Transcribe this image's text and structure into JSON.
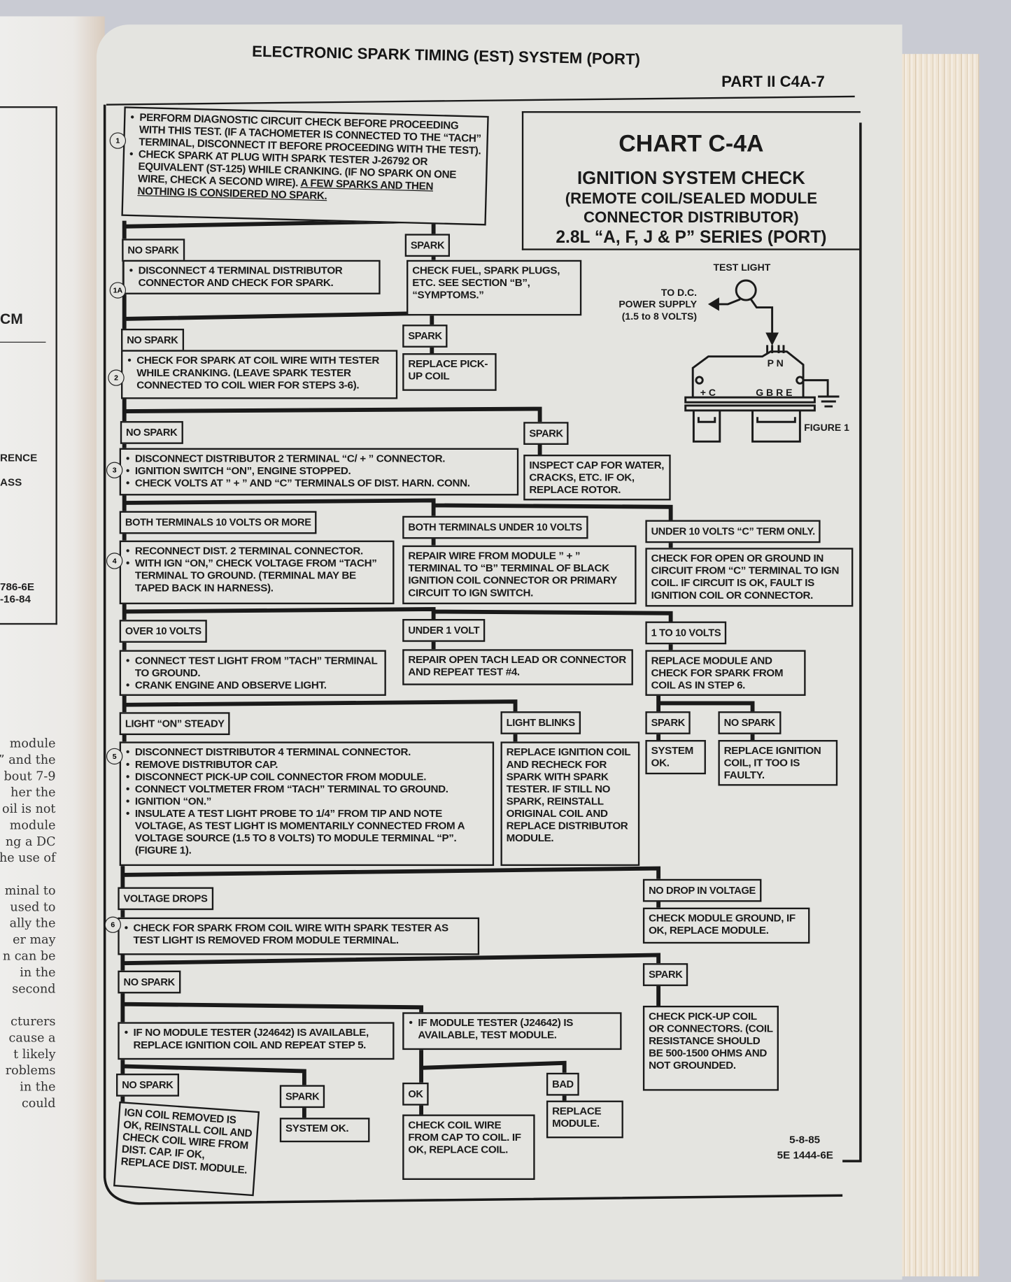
{
  "header": {
    "title": "ELECTRONIC SPARK TIMING (EST) SYSTEM (PORT)",
    "section": "PART II  C4A-7"
  },
  "chart_title": {
    "chart": "CHART C-4A",
    "line1": "IGNITION SYSTEM CHECK",
    "line2": "(REMOTE COIL/SEALED MODULE",
    "line3": "CONNECTOR DISTRIBUTOR)",
    "line4": "2.8L  “A, F, J & P”  SERIES  (PORT)"
  },
  "figure": {
    "test_light": "TEST LIGHT",
    "supply1": "TO D.C.",
    "supply2": "POWER SUPPLY",
    "supply3": "(1.5 to 8 VOLTS)",
    "pn": "P N",
    "plus_c": "+ C",
    "gbre": "G B R E",
    "caption": "FIGURE 1"
  },
  "steps": {
    "s1": {
      "num": "1",
      "items": [
        "PERFORM DIAGNOSTIC CIRCUIT CHECK BEFORE PROCEEDING WITH THIS TEST. (IF A TACHOMETER IS CONNECTED TO THE “TACH” TERMINAL, DISCONNECT IT BEFORE PROCEEDING WITH THE TEST).",
        "CHECK SPARK AT PLUG WITH SPARK TESTER J-26792 OR EQUIVALENT (ST-125) WHILE CRANKING. (IF NO SPARK ON ONE WIRE, CHECK A SECOND WIRE).",
        "A FEW SPARKS AND THEN NOTHING IS CONSIDERED NO SPARK."
      ]
    },
    "s1a": {
      "num": "1A",
      "items": [
        "DISCONNECT 4 TERMINAL DISTRIBUTOR CONNECTOR AND CHECK FOR SPARK."
      ]
    },
    "s2": {
      "num": "2",
      "items": [
        "CHECK FOR SPARK AT COIL WIRE WITH TESTER WHILE CRANKING. (LEAVE SPARK TESTER CONNECTED TO COIL WIER FOR STEPS 3-6)."
      ]
    },
    "s3": {
      "num": "3",
      "items": [
        "DISCONNECT DISTRIBUTOR 2 TERMINAL “C/ + ” CONNECTOR.",
        "IGNITION SWITCH “ON”, ENGINE STOPPED.",
        "CHECK VOLTS AT ” + ” AND “C” TERMINALS OF DIST. HARN. CONN."
      ]
    },
    "s4": {
      "num": "4",
      "items": [
        "RECONNECT DIST. 2 TERMINAL CONNECTOR.",
        "WITH IGN “ON,” CHECK VOLTAGE FROM “TACH” TERMINAL TO GROUND. (TERMINAL MAY BE TAPED BACK IN HARNESS)."
      ]
    },
    "s4b": {
      "items": [
        "CONNECT TEST LIGHT FROM ”TACH” TERMINAL TO GROUND.",
        "CRANK ENGINE AND OBSERVE LIGHT."
      ]
    },
    "s5": {
      "num": "5",
      "items": [
        "DISCONNECT DISTRIBUTOR 4 TERMINAL CONNECTOR.",
        "REMOVE DISTRIBUTOR CAP.",
        "DISCONNECT PICK-UP COIL CONNECTOR FROM MODULE.",
        "CONNECT VOLTMETER FROM “TACH” TERMINAL TO GROUND.",
        "IGNITION “ON.”",
        "INSULATE A TEST LIGHT PROBE TO 1/4” FROM TIP AND NOTE VOLTAGE, AS TEST LIGHT IS MOMENTARILY CONNECTED FROM A VOLTAGE SOURCE (1.5 TO 8 VOLTS) TO MODULE TERMINAL “P”. (FIGURE 1)."
      ]
    },
    "s6": {
      "num": "6",
      "items": [
        "CHECK FOR SPARK FROM COIL WIRE WITH SPARK TESTER AS TEST LIGHT IS REMOVED FROM MODULE TERMINAL."
      ]
    },
    "s7a": {
      "items": [
        "IF NO MODULE TESTER (J24642) IS AVAILABLE, REPLACE IGNITION COIL AND REPEAT STEP 5."
      ]
    },
    "s7b": {
      "items": [
        "IF MODULE TESTER (J24642) IS AVAILABLE, TEST MODULE."
      ]
    }
  },
  "results": {
    "check_fuel": "CHECK FUEL, SPARK PLUGS, ETC.  SEE SECTION “B”, “SYMPTOMS.”",
    "replace_pickup": "REPLACE PICK-UP COIL",
    "inspect_cap": "INSPECT CAP FOR WATER, CRACKS, ETC. IF OK, REPLACE ROTOR.",
    "repair_wire": "REPAIR WIRE FROM MODULE ” + ” TERMINAL TO “B” TERMINAL OF BLACK IGNITION COIL CONNECTOR OR PRIMARY CIRCUIT TO IGN SWITCH.",
    "check_open": "CHECK FOR OPEN OR GROUND IN CIRCUIT FROM “C” TERMINAL TO IGN COIL.  IF CIRCUIT IS OK, FAULT IS IGNITION COIL OR CONNECTOR.",
    "repair_tach": "REPAIR OPEN TACH LEAD OR CONNECTOR AND REPEAT TEST #4.",
    "replace_module_step6": "REPLACE MODULE AND CHECK FOR SPARK FROM COIL AS IN STEP 6.",
    "replace_coil_recheck": "REPLACE IGNITION COIL AND RECHECK FOR SPARK WITH SPARK TESTER.  IF STILL NO SPARK, REINSTALL ORIGINAL COIL AND REPLACE DISTRIBUTOR MODULE.",
    "system_ok_1": "SYSTEM OK.",
    "replace_coil_faulty": "REPLACE IGNITION COIL, IT TOO IS FAULTY.",
    "check_module_ground": "CHECK MODULE GROUND, IF OK, REPLACE MODULE.",
    "check_pickup": "CHECK PICK-UP COIL OR CONNECTORS. (COIL RESISTANCE SHOULD BE 500-1500 OHMS AND NOT GROUNDED.",
    "ign_coil_removed": "IGN COIL REMOVED IS OK, REINSTALL COIL AND CHECK COIL WIRE FROM DIST. CAP.  IF OK, REPLACE DIST. MODULE.",
    "system_ok_2": "SYSTEM OK.",
    "check_coil_wire": "CHECK COIL WIRE FROM CAP TO COIL.  IF OK, REPLACE COIL.",
    "replace_module": "REPLACE MODULE."
  },
  "labels": {
    "no_spark": "NO SPARK",
    "spark": "SPARK",
    "both_10_more": "BOTH TERMINALS 10 VOLTS OR MORE",
    "both_under_10": "BOTH TERMINALS UNDER 10 VOLTS",
    "under_10_c": "UNDER 10 VOLTS “C” TERM ONLY.",
    "over_10": "OVER 10 VOLTS",
    "under_1": "UNDER 1 VOLT",
    "one_to_10": "1 TO 10 VOLTS",
    "light_on": "LIGHT “ON” STEADY",
    "light_blinks": "LIGHT BLINKS",
    "voltage_drops": "VOLTAGE DROPS",
    "no_drop": "NO DROP IN VOLTAGE",
    "ok": "OK",
    "bad": "BAD"
  },
  "footer": {
    "date": "5-8-85",
    "code": "5E 1444-6E"
  },
  "left_page": {
    "cm": "CM",
    "rence": "RENCE",
    "ass": "ASS",
    "fig_code": "786-6E",
    "fig_date": "-16-84",
    "body": [
      "module",
      "” and the",
      "bout 7-9",
      "her the",
      "oil is not",
      "module",
      "ng a DC",
      "he use of",
      "minal to",
      "used to",
      "ally the",
      "er may",
      "n can be",
      "in the",
      "second",
      "cturers",
      "cause a",
      "t likely",
      "roblems",
      "in the",
      "could"
    ]
  }
}
